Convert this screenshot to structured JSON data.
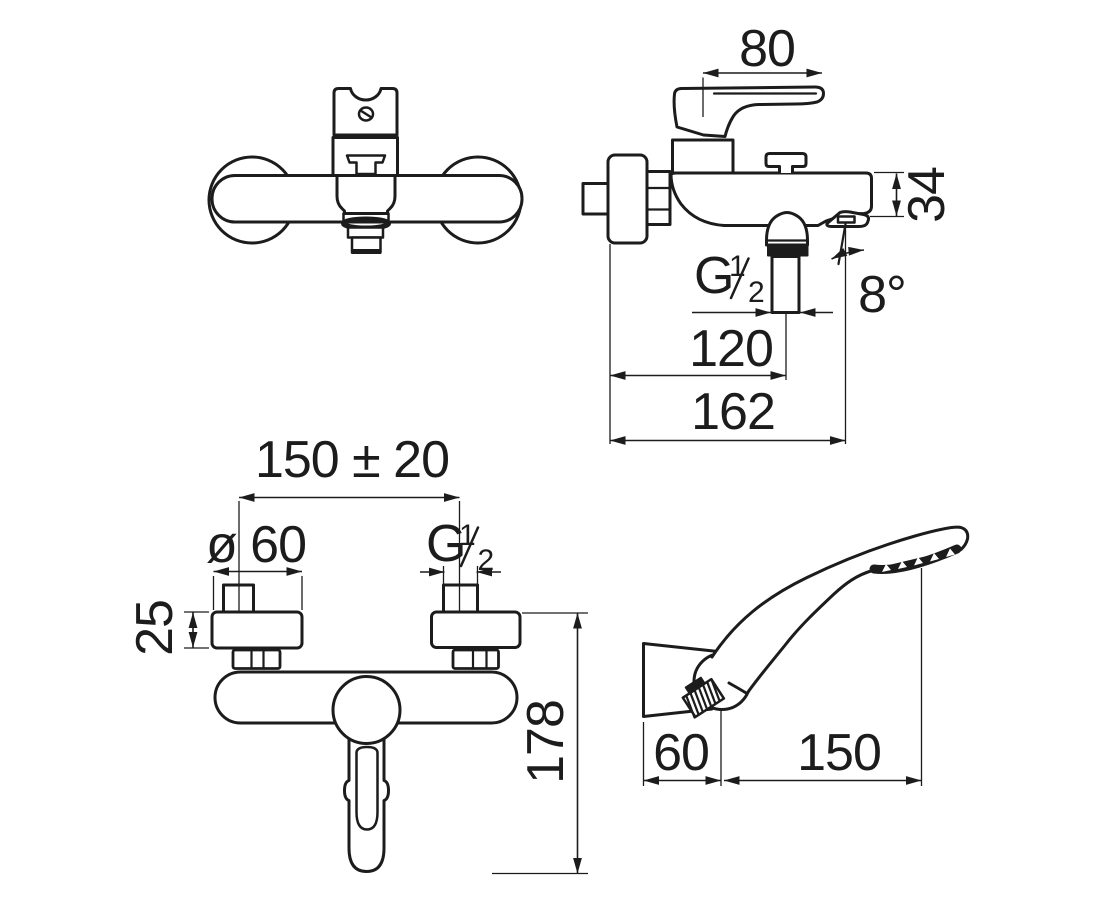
{
  "drawing": {
    "kind": "technical dimension drawing",
    "subject": "wall-mounted bath shower mixer with hand shower",
    "line_color": "#1c1c1c",
    "background": "#ffffff"
  },
  "side_view": {
    "lever_length": "80",
    "body_height": "34",
    "thread_g": "G",
    "thread_num": "1",
    "thread_den": "2",
    "spout_angle": "8°",
    "hose_center_distance": "120",
    "spout_reach": "162"
  },
  "front_view": {
    "connection_distance": "150 ± 20",
    "flange_diameter": "ø 60",
    "thread_g": "G",
    "thread_num": "1",
    "thread_den": "2",
    "flange_depth": "25",
    "overall_height": "178"
  },
  "hand_shower": {
    "bracket_offset": "60",
    "shower_length": "150"
  }
}
